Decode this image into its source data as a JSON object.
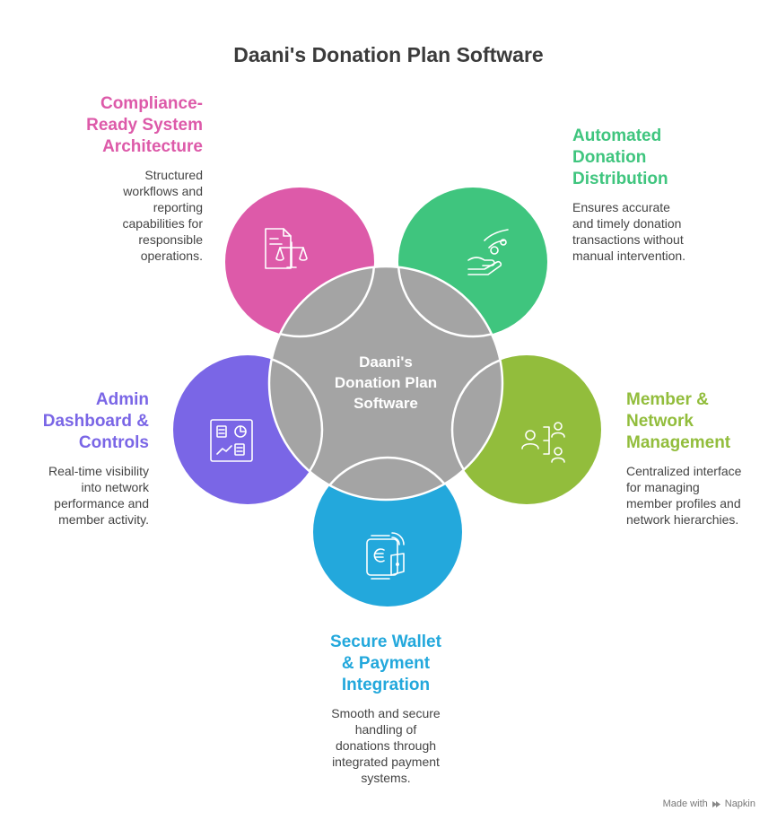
{
  "title": "Daani's Donation Plan Software",
  "hub": {
    "lines": [
      "Daani's",
      "Donation Plan",
      "Software"
    ],
    "color": "#a4a4a4"
  },
  "segments": [
    {
      "id": "compliance",
      "color": "#dd5aa9",
      "icon": "scales-document-icon",
      "label_lines": [
        "Compliance-",
        "Ready System",
        "Architecture"
      ],
      "desc_lines": [
        "Structured",
        "workflows and",
        "reporting",
        "capabilities for",
        "responsible",
        "operations."
      ]
    },
    {
      "id": "automated",
      "color": "#3fc57e",
      "icon": "hand-coins-icon",
      "label_lines": [
        "Automated",
        "Donation",
        "Distribution"
      ],
      "desc_lines": [
        "Ensures accurate",
        "and timely donation",
        "transactions without",
        "manual intervention."
      ]
    },
    {
      "id": "member",
      "color": "#92bd3c",
      "icon": "network-people-icon",
      "label_lines": [
        "Member &",
        "Network",
        "Management"
      ],
      "desc_lines": [
        "Centralized interface",
        "for managing",
        "member profiles and",
        "network hierarchies."
      ]
    },
    {
      "id": "wallet",
      "color": "#23a8dc",
      "icon": "contactless-wallet-icon",
      "label_lines": [
        "Secure Wallet",
        "& Payment",
        "Integration"
      ],
      "desc_lines": [
        "Smooth and secure",
        "handling of",
        "donations through",
        "integrated payment",
        "systems."
      ]
    },
    {
      "id": "admin",
      "color": "#7a66e6",
      "icon": "dashboard-icon",
      "label_lines": [
        "Admin",
        "Dashboard &",
        "Controls"
      ],
      "desc_lines": [
        "Real-time visibility",
        "into network",
        "performance and",
        "member activity."
      ]
    }
  ],
  "footer": {
    "made_with": "Made with",
    "brand": "Napkin"
  }
}
